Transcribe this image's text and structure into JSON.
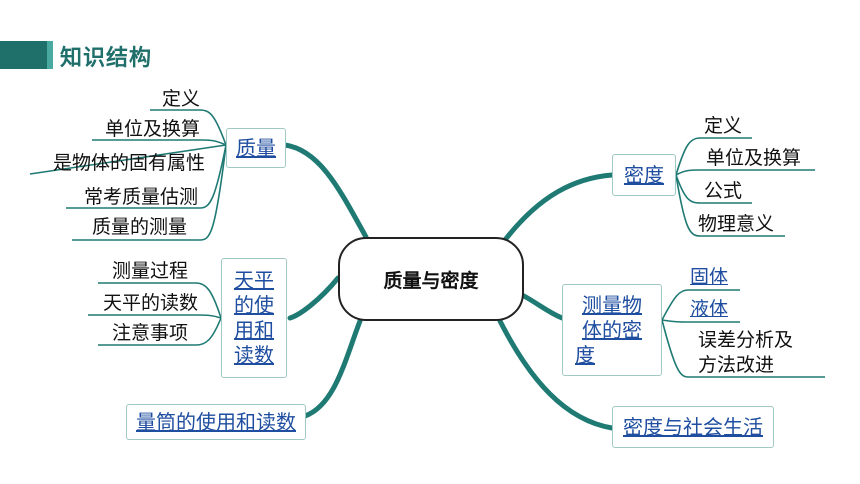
{
  "header": {
    "title": "知识结构"
  },
  "center": {
    "label": "质量与密度"
  },
  "branches": {
    "mass": {
      "label": "质量",
      "items": [
        "定义",
        "单位及换算",
        "是物体的固有属性",
        "常考质量估测",
        "质量的测量"
      ]
    },
    "balance": {
      "label_lines": [
        "天平",
        "的使",
        "用和",
        "读数"
      ],
      "items": [
        "测量过程",
        "天平的读数",
        "注意事项"
      ]
    },
    "cylinder": {
      "label": "量筒的使用和读数"
    },
    "density": {
      "label": "密度",
      "items": [
        "定义",
        "单位及换算",
        "公式",
        "物理意义"
      ]
    },
    "measure": {
      "label_lines": [
        "测量物",
        "体的密",
        "度"
      ],
      "link_items": [
        "固体",
        "液体"
      ],
      "items": [
        "误差分析及",
        "方法改进"
      ]
    },
    "society": {
      "label": "密度与社会生活"
    }
  },
  "colors": {
    "branch": "#1f7a74",
    "header": "#1f6f6b",
    "link": "#1f4ea0",
    "box_border": "#9fc9c2"
  }
}
